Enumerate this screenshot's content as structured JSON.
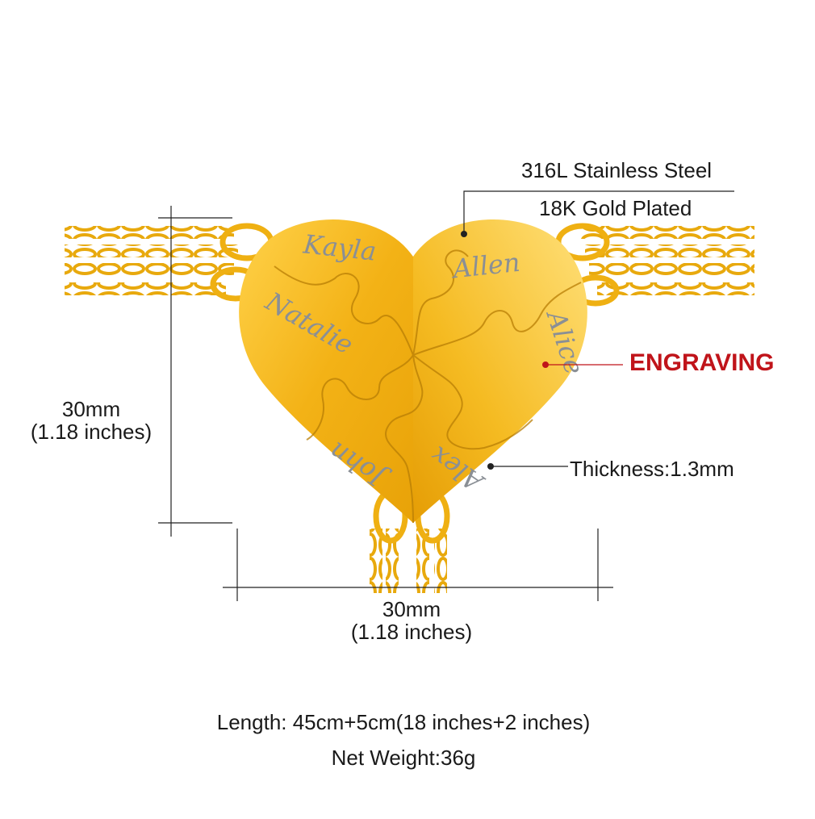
{
  "material": {
    "line1": "316L Stainless Steel",
    "line2": "18K Gold Plated"
  },
  "engraving_label": "ENGRAVING",
  "thickness_label": "Thickness:1.3mm",
  "height_dim": {
    "value": "30mm",
    "inches": "(1.18 inches)"
  },
  "width_dim": {
    "value": "30mm",
    "inches": "(1.18 inches)"
  },
  "specs": {
    "length": "Length: 45cm+5cm(18 inches+2 inches)",
    "weight": "Net Weight:36g"
  },
  "names": [
    "Kayla",
    "Allen",
    "Natalie",
    "Alice",
    "John",
    "Alex"
  ],
  "colors": {
    "gold": "#f2b419",
    "gold_dark": "#d99a06",
    "accent_red": "#c0141a"
  }
}
